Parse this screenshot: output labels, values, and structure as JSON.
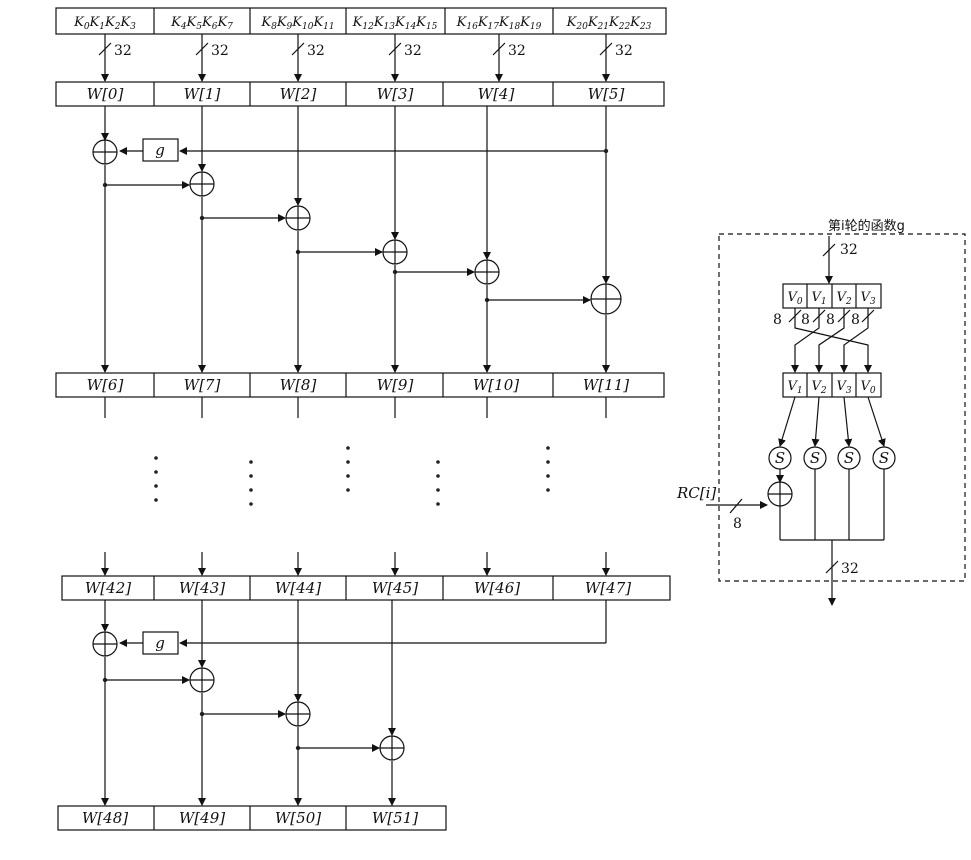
{
  "key_groups": [
    {
      "k": [
        "0",
        "1",
        "2",
        "3"
      ]
    },
    {
      "k": [
        "4",
        "5",
        "6",
        "7"
      ]
    },
    {
      "k": [
        "8",
        "9",
        "10",
        "11"
      ]
    },
    {
      "k": [
        "12",
        "13",
        "14",
        "15"
      ]
    },
    {
      "k": [
        "16",
        "17",
        "18",
        "19"
      ]
    },
    {
      "k": [
        "20",
        "21",
        "22",
        "23"
      ]
    }
  ],
  "key_letter": "K",
  "bus_width": "32",
  "rows": {
    "r0": [
      "W[0]",
      "W[1]",
      "W[2]",
      "W[3]",
      "W[4]",
      "W[5]"
    ],
    "r1": [
      "W[6]",
      "W[7]",
      "W[8]",
      "W[9]",
      "W[10]",
      "W[11]"
    ],
    "r2": [
      "W[42]",
      "W[43]",
      "W[44]",
      "W[45]",
      "W[46]",
      "W[47]"
    ],
    "r3": [
      "W[48]",
      "W[49]",
      "W[50]",
      "W[51]"
    ]
  },
  "g_label": "g",
  "gfunc": {
    "caption": "第i轮的函数g",
    "in_width": "32",
    "out_width": "32",
    "v_top": [
      "V",
      "V",
      "V",
      "V"
    ],
    "v_top_sub": [
      "0",
      "1",
      "2",
      "3"
    ],
    "v_bot_sub": [
      "1",
      "2",
      "3",
      "0"
    ],
    "byte_width": "8",
    "s_label": "S",
    "rc_label": "RC[i]",
    "rc_width": "8"
  }
}
